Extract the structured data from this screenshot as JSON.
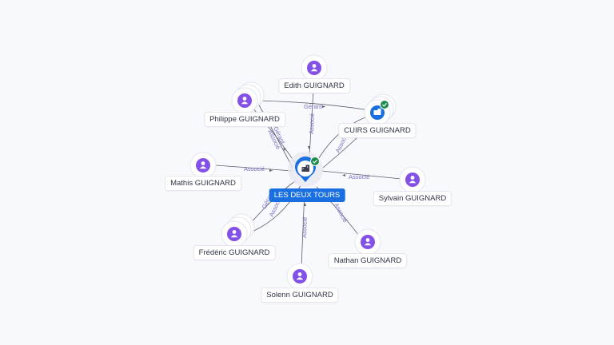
{
  "center": {
    "label": "LES DEUX TOURS",
    "icon": "building-icon",
    "verified_icon": "check-badge-icon",
    "accent": "#1a6fe0"
  },
  "company": {
    "label": "CUIRS GUIGNARD",
    "icon": "building-icon",
    "verified_icon": "check-badge-icon"
  },
  "people": [
    {
      "id": "edith",
      "label": "Edith GUIGNARD",
      "icon": "person-icon"
    },
    {
      "id": "philippe",
      "label": "Philippe GUIGNARD",
      "icon": "person-icon"
    },
    {
      "id": "mathis",
      "label": "Mathis GUIGNARD",
      "icon": "person-icon"
    },
    {
      "id": "frederic",
      "label": "Frédéric GUIGNARD",
      "icon": "person-icon"
    },
    {
      "id": "solenn",
      "label": "Solenn GUIGNARD",
      "icon": "person-icon"
    },
    {
      "id": "nathan",
      "label": "Nathan GUIGNARD",
      "icon": "person-icon"
    },
    {
      "id": "sylvain",
      "label": "Sylvain GUIGNARD",
      "icon": "person-icon"
    }
  ],
  "edge_labels": {
    "gerant": "Gérant",
    "associe": "Associé"
  },
  "colors": {
    "person": "#8451e6",
    "edge_text": "#7a6fc0",
    "verified": "#1e8c4e"
  }
}
